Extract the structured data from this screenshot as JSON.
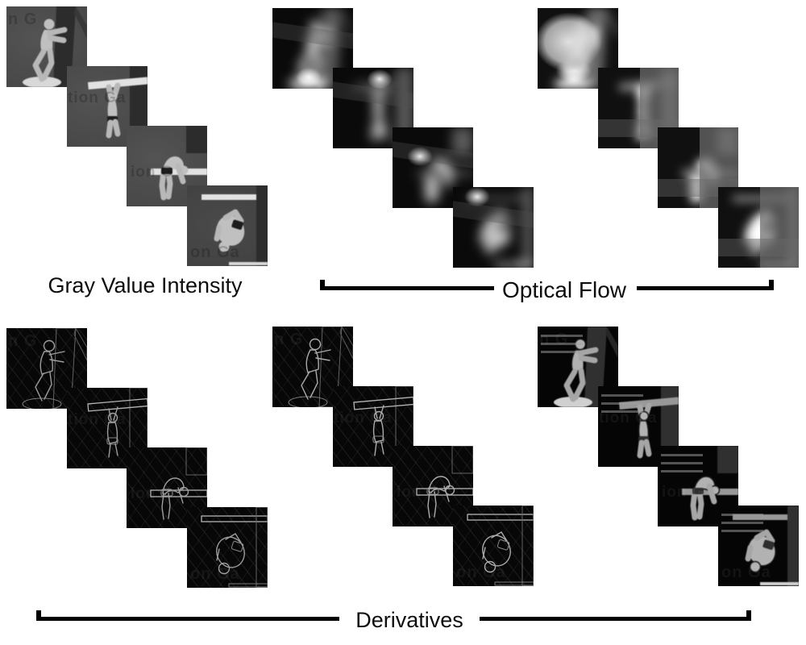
{
  "figure": {
    "labels": {
      "gray": "Gray Value Intensity",
      "flow": "Optical Flow",
      "deriv": "Derivatives"
    },
    "watermark_fragments": [
      "n G",
      "tion Ga",
      "ion G",
      "on Ga"
    ],
    "colors": {
      "background": "#ffffff",
      "label_text": "#0d0d0d",
      "bracket": "#000000"
    },
    "groups": [
      {
        "id": "gray-value-intensity",
        "type": "gray",
        "poses": [
          "crouch",
          "hang",
          "bend",
          "tuck"
        ]
      },
      {
        "id": "optical-flow-1",
        "type": "flow1",
        "poses": [
          "crouch",
          "hang",
          "bend",
          "tuck"
        ]
      },
      {
        "id": "optical-flow-2",
        "type": "flow2",
        "poses": [
          "crouch",
          "hang",
          "bend",
          "tuck"
        ]
      },
      {
        "id": "derivatives-1",
        "type": "deriv1",
        "poses": [
          "crouch",
          "hang",
          "bend",
          "tuck"
        ]
      },
      {
        "id": "derivatives-2",
        "type": "deriv2",
        "poses": [
          "crouch",
          "hang",
          "bend",
          "tuck"
        ]
      },
      {
        "id": "derivatives-3",
        "type": "deriv3",
        "poses": [
          "crouch",
          "hang",
          "bend",
          "tuck"
        ]
      }
    ]
  }
}
